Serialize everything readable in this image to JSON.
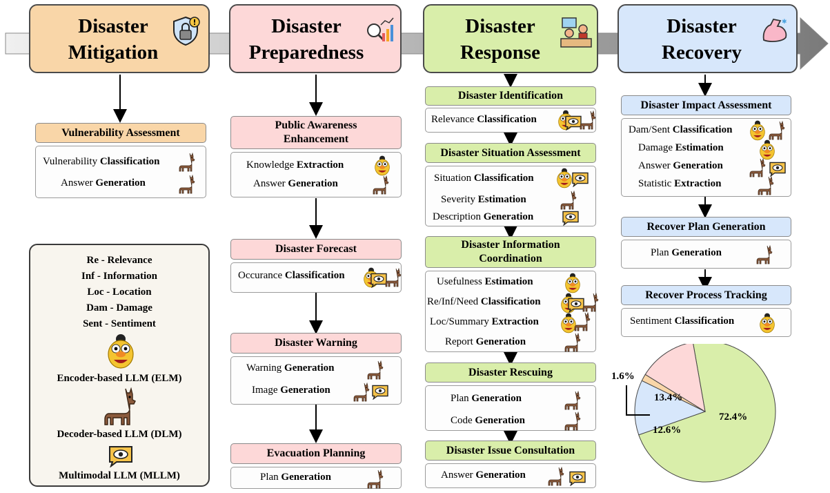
{
  "phases": {
    "mitigation": {
      "line1": "Disaster",
      "line2": "Mitigation",
      "color": "#f9d6a8"
    },
    "preparedness": {
      "line1": "Disaster",
      "line2": "Preparedness",
      "color": "#fdd8d8"
    },
    "response": {
      "line1": "Disaster",
      "line2": "Response",
      "color": "#d9eeaa"
    },
    "recovery": {
      "line1": "Disaster",
      "line2": "Recovery",
      "color": "#d7e7fb"
    }
  },
  "mitigation": {
    "vulnerability": {
      "title": "Vulnerability Assessment",
      "rows": [
        {
          "pre": "Vulnerability ",
          "bold": "Classification"
        },
        {
          "pre": "Answer ",
          "bold": "Generation"
        }
      ]
    }
  },
  "preparedness": {
    "awareness": {
      "title1": "Public Awareness",
      "title2": "Enhancement",
      "rows": [
        {
          "pre": "Knowledge ",
          "bold": "Extraction"
        },
        {
          "pre": "Answer ",
          "bold": "Generation"
        }
      ]
    },
    "forecast": {
      "title": "Disaster Forecast",
      "rows": [
        {
          "pre": "Occurance ",
          "bold": "Classification"
        }
      ]
    },
    "warning": {
      "title": "Disaster Warning",
      "rows": [
        {
          "pre": "Warning ",
          "bold": "Generation"
        },
        {
          "pre": "Image ",
          "bold": "Generation"
        }
      ]
    },
    "evacuation": {
      "title": "Evacuation Planning",
      "rows": [
        {
          "pre": "Plan ",
          "bold": "Generation"
        }
      ]
    }
  },
  "response": {
    "identification": {
      "title": "Disaster Identification",
      "rows": [
        {
          "pre": "Relevance ",
          "bold": "Classification"
        }
      ]
    },
    "situation": {
      "title": "Disaster Situation Assessment",
      "rows": [
        {
          "pre": "Situation ",
          "bold": "Classification"
        },
        {
          "pre": "Severity ",
          "bold": "Estimation"
        },
        {
          "pre": "Description ",
          "bold": "Generation"
        }
      ]
    },
    "coordination": {
      "title1": "Disaster Information",
      "title2": "Coordination",
      "rows": [
        {
          "pre": "Usefulness ",
          "bold": "Estimation"
        },
        {
          "pre": "Re/Inf/Need ",
          "bold": "Classification"
        },
        {
          "pre": "Loc/Summary ",
          "bold": "Extraction"
        },
        {
          "pre": "Report ",
          "bold": "Generation"
        }
      ]
    },
    "rescuing": {
      "title": "Disaster Rescuing",
      "rows": [
        {
          "pre": "Plan ",
          "bold": "Generation"
        },
        {
          "pre": "Code ",
          "bold": "Generation"
        }
      ]
    },
    "consultation": {
      "title": "Disaster Issue Consultation",
      "rows": [
        {
          "pre": "Answer ",
          "bold": "Generation"
        }
      ]
    }
  },
  "recovery": {
    "impact": {
      "title": "Disaster Impact Assessment",
      "rows": [
        {
          "pre": "Dam/Sent ",
          "bold": "Classification"
        },
        {
          "pre": "Damage ",
          "bold": "Estimation"
        },
        {
          "pre": "Answer ",
          "bold": "Generation"
        },
        {
          "pre": "Statistic ",
          "bold": "Extraction"
        }
      ]
    },
    "plan": {
      "title": "Recover Plan Generation",
      "rows": [
        {
          "pre": "Plan ",
          "bold": "Generation"
        }
      ]
    },
    "tracking": {
      "title": "Recover Process Tracking",
      "rows": [
        {
          "pre": "Sentiment ",
          "bold": "Classification"
        }
      ]
    }
  },
  "legend": {
    "abbr": [
      "Re - Relevance",
      "Inf - Information",
      "Loc - Location",
      "Dam - Damage",
      "Sent - Sentiment"
    ],
    "elm": "Encoder-based LLM (ELM)",
    "dlm": "Decoder-based LLM (DLM)",
    "mllm": "Multimodal LLM (MLLM)"
  },
  "chart_data": {
    "type": "pie",
    "labels": [
      "1.6%",
      "13.4%",
      "12.6%",
      "72.4%"
    ],
    "values": [
      1.6,
      13.4,
      12.6,
      72.4
    ],
    "colors": [
      "#f9d6a8",
      "#fdd8d8",
      "#d7e7fb",
      "#d9eeaa"
    ]
  }
}
